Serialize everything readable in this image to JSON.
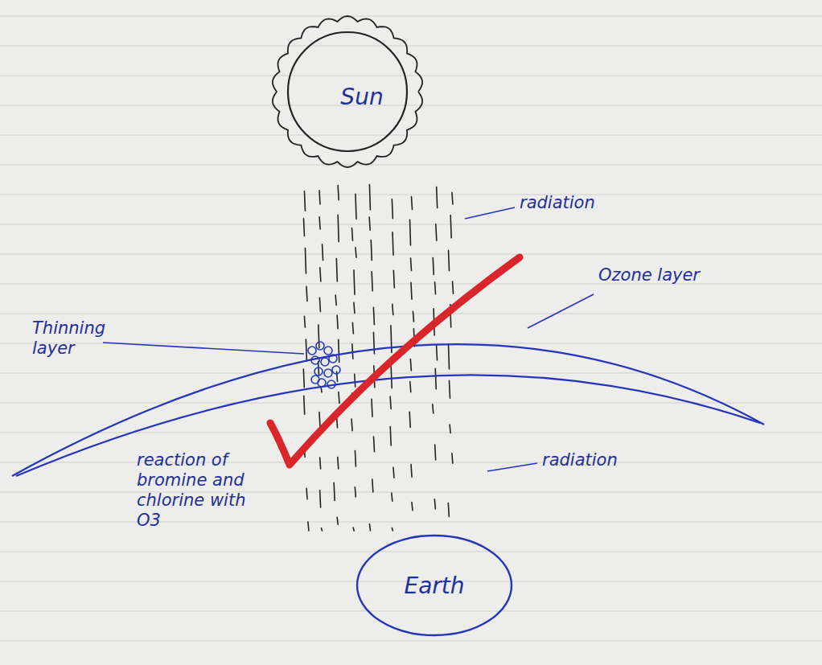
{
  "diagram": {
    "nodes": [
      {
        "text": [
          "Sun"
        ]
      },
      {
        "text": [
          "Earth"
        ]
      }
    ],
    "labels": [
      "radiation",
      "Ozone layer",
      "Thinning layer",
      "radiation",
      "reaction of bromine and chlorine with O3"
    ]
  }
}
